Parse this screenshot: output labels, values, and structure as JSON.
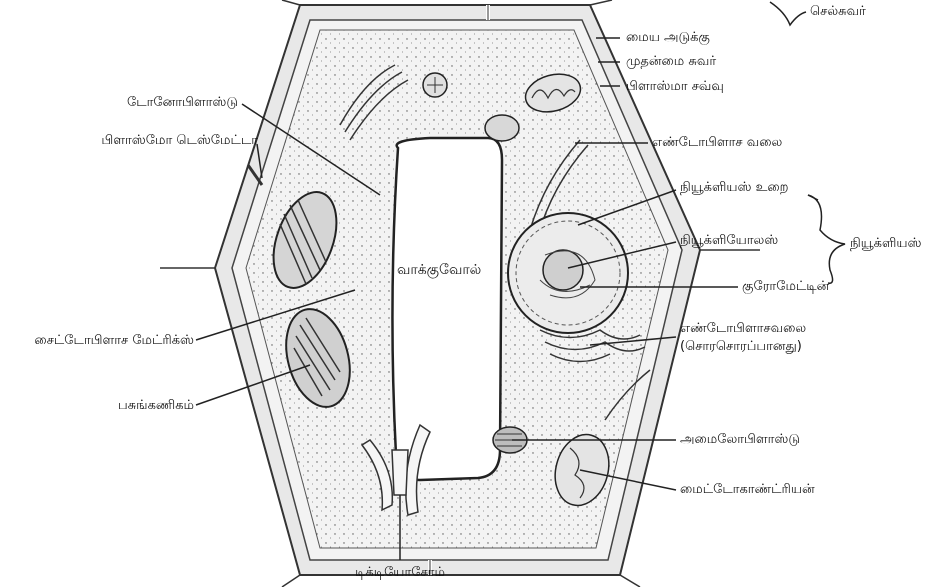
{
  "diagram": {
    "vacuole": "வாக்குவோல்",
    "labels_left": {
      "tonoplast": "டோனோபிளாஸ்டு",
      "plasmodesmata": "பிளாஸ்மோ டெஸ்மேட்டா",
      "cytoplasm_matrix": "சைட்டோபிளாச மேட்ரிக்ஸ்",
      "chloroplast": "பசுங்கணிகம்"
    },
    "labels_right": {
      "middle_lamella": "மைய அடுக்கு",
      "primary_wall": "முதன்மை சுவர்",
      "plasma_membrane": "பிளாஸ்மா சவ்வு",
      "er": "எண்டோபிளாச வலை",
      "nuclear_envelope": "நியூக்ளியஸ் உறை",
      "nucleolus": "நியூக்ளியோலஸ்",
      "chromatin": "குரோமேட்டின்",
      "rough_er_line1": "எண்டோபிளாசவலை",
      "rough_er_line2": "(சொரசொரப்பானது)",
      "amyloplast": "அமைலோபிளாஸ்டு",
      "mitochondrion": "மைட்டோகாண்ட்ரியன்"
    },
    "group_labels": {
      "cell_wall": "செல்சுவர்",
      "nucleus": "நியூக்ளியஸ்"
    },
    "bottom_label": {
      "dictyosome": "டிக்டியோசோம்"
    }
  }
}
